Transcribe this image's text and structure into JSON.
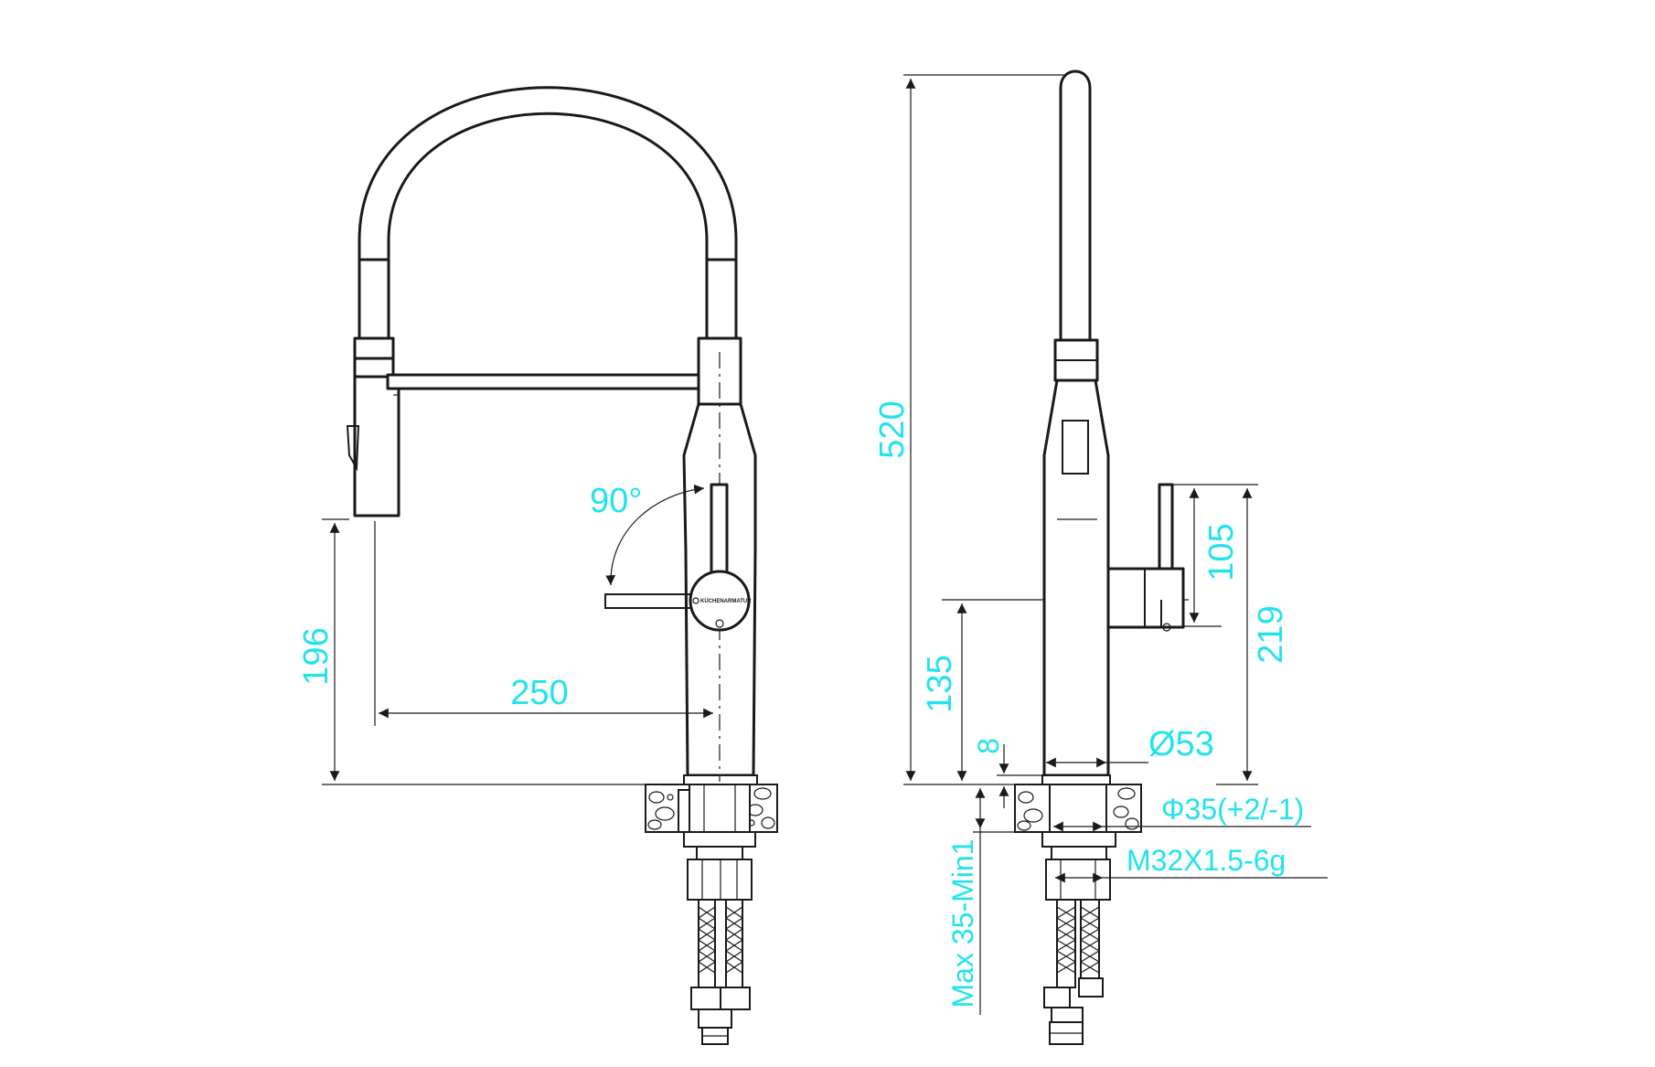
{
  "front_view": {
    "dim_height_spout": "196",
    "dim_reach": "250",
    "dim_lever_angle": "90°",
    "logo_text": "KÜCHENARMATUR"
  },
  "side_view": {
    "dim_total_height": "520",
    "dim_lever_height": "105",
    "dim_lever_top": "219",
    "dim_lever_axis": "135",
    "dim_base_ring": "8",
    "dim_base_diameter": "Ø53",
    "dim_hole_diameter": "Φ35(+2/-1)",
    "dim_thread": "M32X1.5-6g",
    "dim_counter_thickness": "Max 35-Min1"
  },
  "colors": {
    "dimension": "#22e3ec",
    "outline": "#1a1a1a"
  }
}
